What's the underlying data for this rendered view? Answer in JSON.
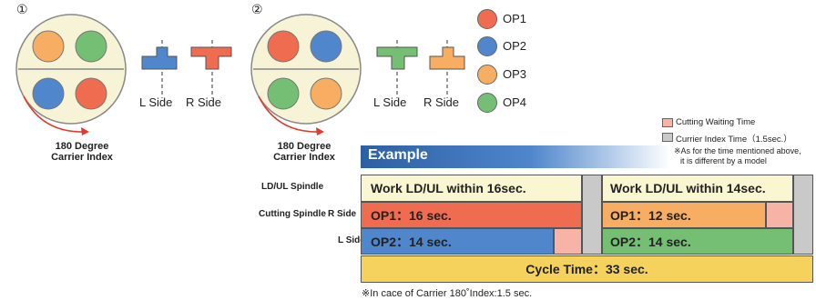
{
  "panel1": {
    "number": "①",
    "caption_line1": "180 Degree",
    "caption_line2": "Carrier Index",
    "left_label": "L Side",
    "right_label": "R Side"
  },
  "panel2": {
    "number": "②",
    "caption_line1": "180 Degree",
    "caption_line2": "Carrier Index",
    "left_label": "L Side",
    "right_label": "R Side"
  },
  "legend": [
    {
      "label": "OP1",
      "color": "#ef6c50"
    },
    {
      "label": "OP2",
      "color": "#4f86cc"
    },
    {
      "label": "OP3",
      "color": "#f7ad62"
    },
    {
      "label": "OP4",
      "color": "#74bf74"
    }
  ],
  "timing_legend": {
    "waiting_label": "Cutting Waiting Time",
    "waiting_color": "#f7b3a6",
    "index_label": "Currier Index Time（1.5sec.）",
    "index_color": "#c9c9c9",
    "note_line1": "※As for the time mentioned above,",
    "note_line2": "it is different by a model"
  },
  "example": {
    "title": "Example",
    "row_ld": "LD/UL Spindle",
    "row_cutting": "Cutting Spindle",
    "row_r": "R Side",
    "row_l": "L Side",
    "ld1": "Work LD/UL within 16sec.",
    "ld2": "Work LD/UL within 14sec.",
    "r1": "OP1：16 sec.",
    "r2": "OP1：12 sec.",
    "l1": "OP2：14 sec.",
    "l2": "OP2：14 sec.",
    "cycle": "Cycle Time：33 sec.",
    "footnote": "※In cace of Carrier 180˚Index:1.5 sec."
  }
}
